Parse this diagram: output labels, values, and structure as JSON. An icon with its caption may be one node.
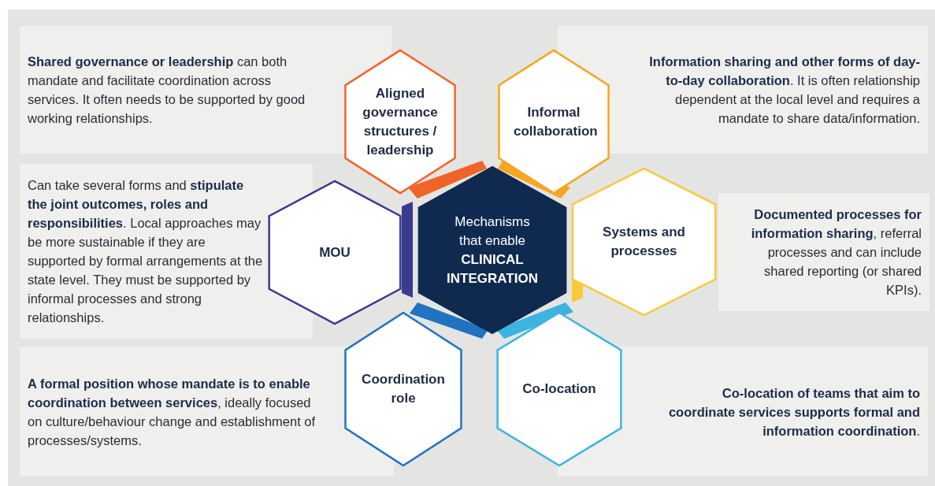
{
  "diagram": {
    "nodes": [
      {
        "text": [
          "**Shared governance or leadership** can both mandate and facilitate coordination across services. It often needs to be supported by good working relationships."
        ]
      },
      {
        "text": [
          "Aligned governance structures / leadership"
        ]
      },
      {
        "text": [
          "Informal collaboration"
        ]
      },
      {
        "text": [
          "**Information sharing and other forms of day-to-day collaboration**. It is often relationship dependent at the local level and requires a mandate to share data/information."
        ]
      },
      {
        "text": [
          "Can take several forms and **stipulate the joint outcomes, roles and responsibilities**. Local approaches may be more sustainable if they are supported by formal arrangements at the state level. They must be supported by informal processes and strong relationships."
        ]
      },
      {
        "text": [
          "MOU"
        ]
      },
      {
        "text": [
          "Mechanisms that enable",
          "CLINICAL INTEGRATION"
        ]
      },
      {
        "text": [
          "Systems and processes"
        ]
      },
      {
        "text": [
          "**Documented processes for information sharing**, referral processes and can include shared reporting (or shared KPIs)."
        ]
      },
      {
        "text": [
          "**A formal position whose mandate is to enable coordination between services**, ideally focused on culture/behaviour change and establishment of processes/systems."
        ]
      },
      {
        "text": [
          "Coordination role"
        ]
      },
      {
        "text": [
          "Co-location"
        ]
      },
      {
        "text": [
          "**Co-location of teams that aim to coordinate services supports formal and information coordination**."
        ]
      }
    ]
  }
}
